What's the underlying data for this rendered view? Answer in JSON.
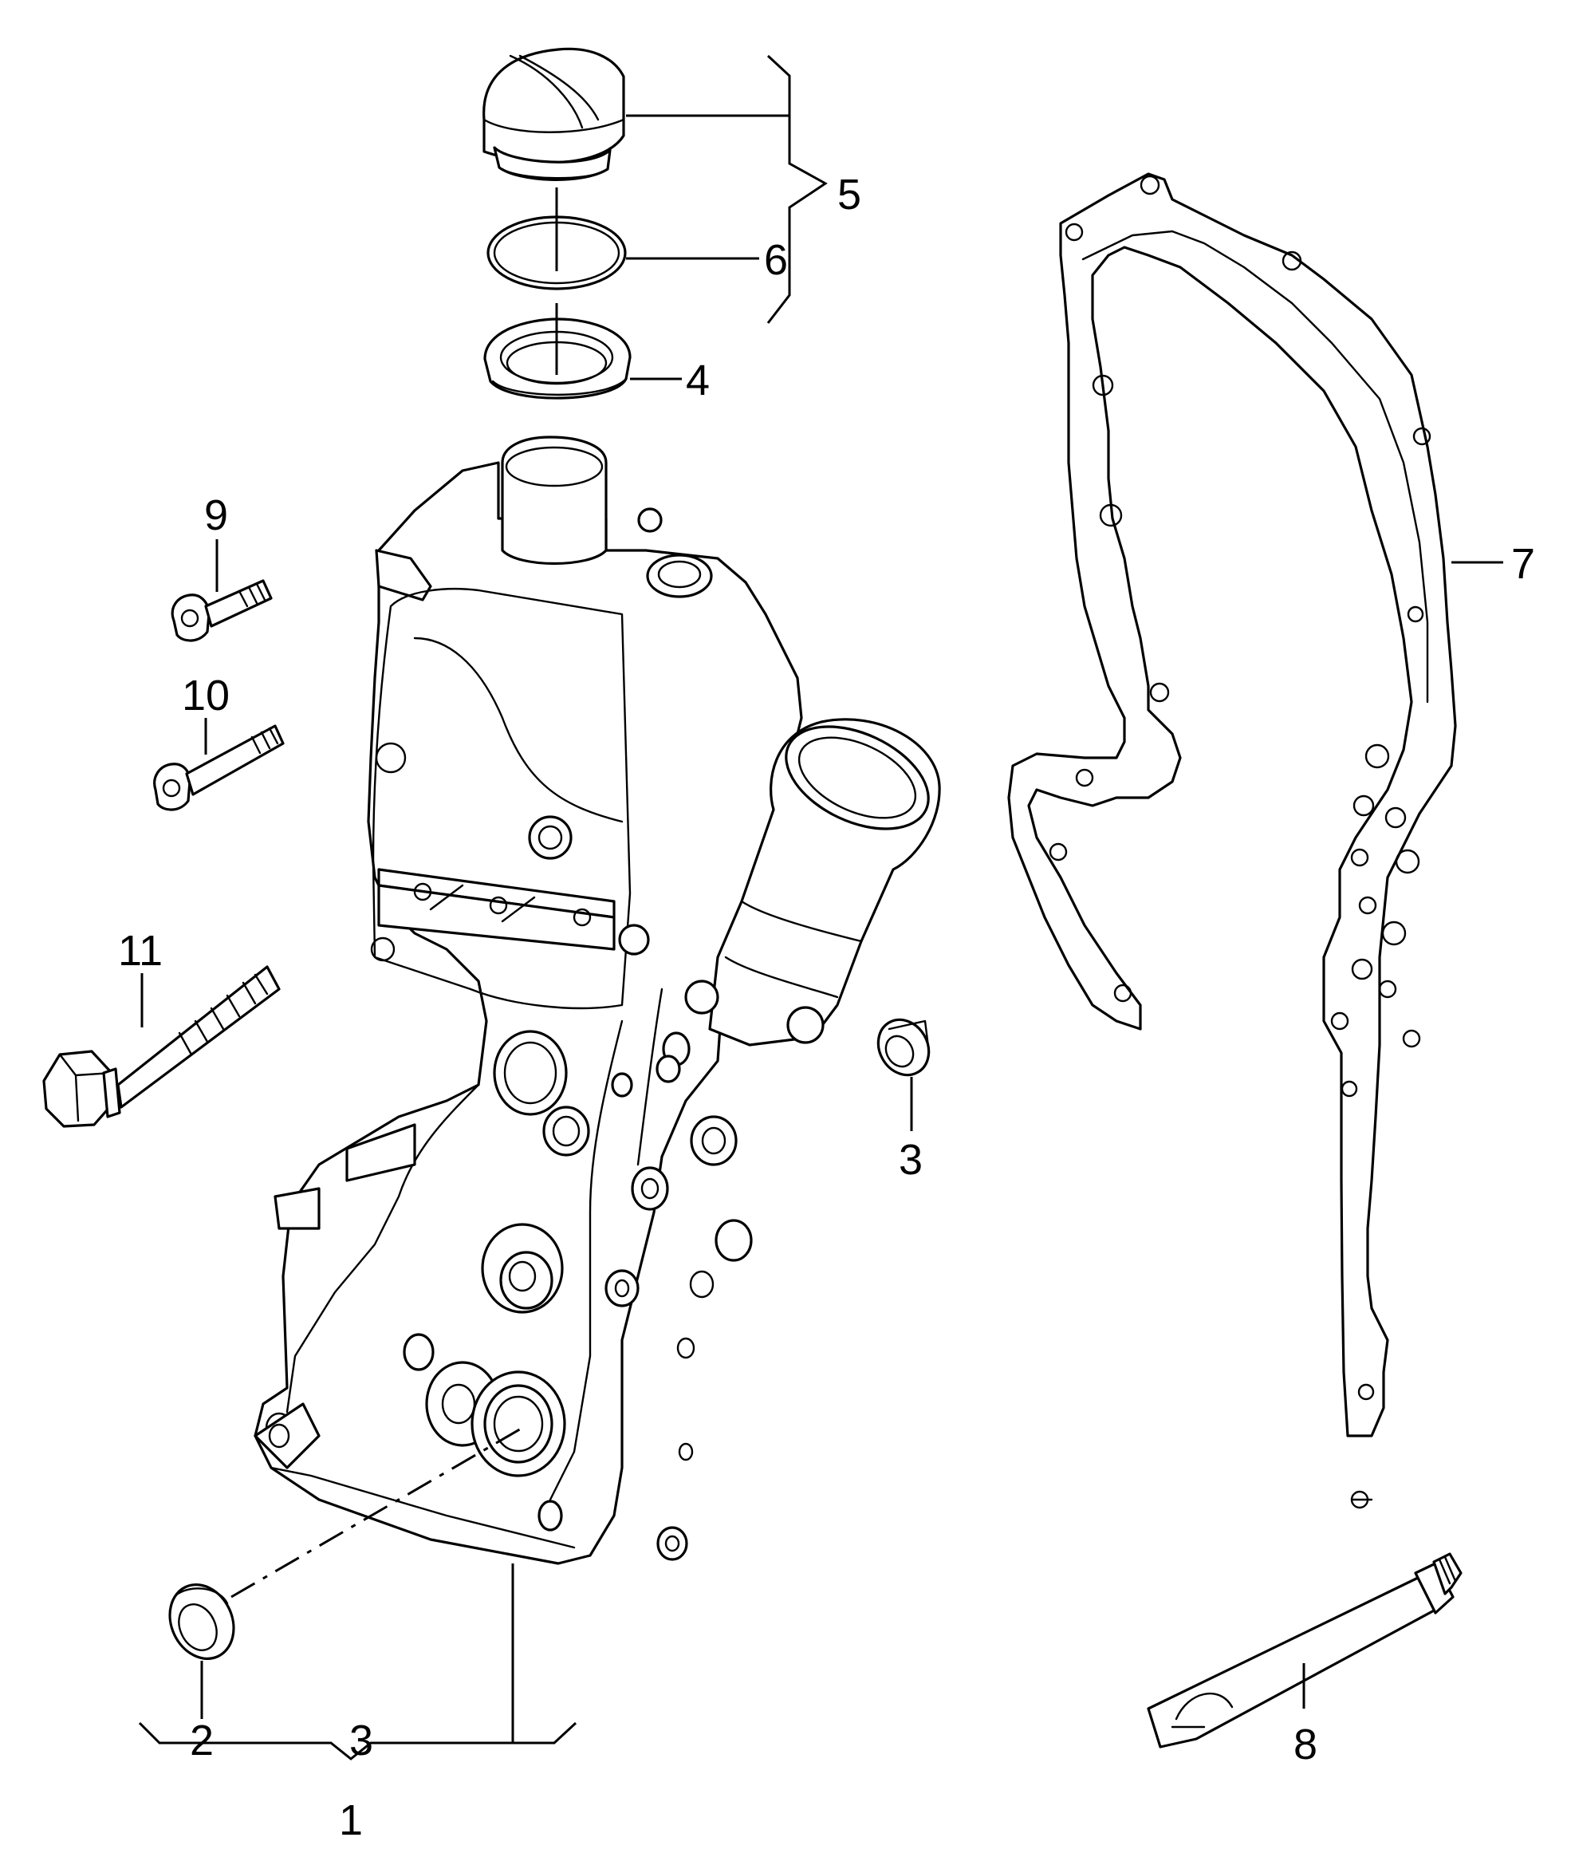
{
  "labels": {
    "l1": "1",
    "l2": "2",
    "l3a": "3",
    "l3b": "3",
    "l4": "4",
    "l5": "5",
    "l6": "6",
    "l7": "7",
    "l8": "8",
    "l9": "9",
    "l10": "10",
    "l11": "11"
  },
  "parts": [
    {
      "number": "1",
      "name": "timing-case-cover"
    },
    {
      "number": "2",
      "name": "plug-seal"
    },
    {
      "number": "3",
      "name": "sealing-ring"
    },
    {
      "number": "4",
      "name": "filler-neck-seal"
    },
    {
      "number": "5",
      "name": "oil-filler-cap"
    },
    {
      "number": "6",
      "name": "o-ring"
    },
    {
      "number": "7",
      "name": "gasket"
    },
    {
      "number": "8",
      "name": "sealant-tube"
    },
    {
      "number": "9",
      "name": "bolt-short"
    },
    {
      "number": "10",
      "name": "bolt-medium"
    },
    {
      "number": "11",
      "name": "hex-bolt-long"
    }
  ]
}
